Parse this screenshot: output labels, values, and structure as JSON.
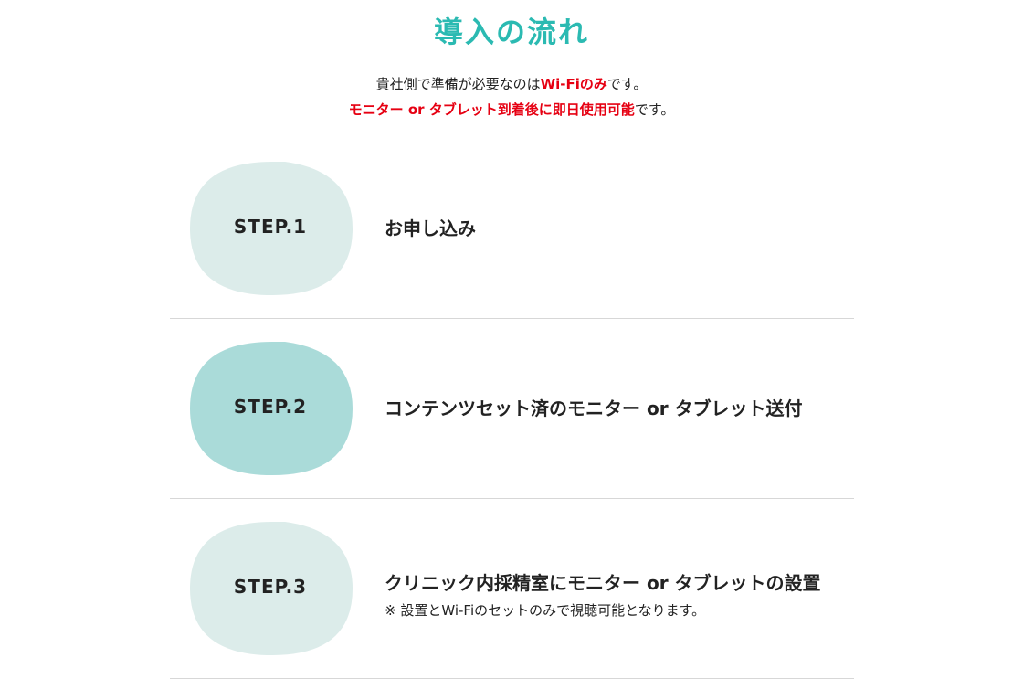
{
  "title": "導入の流れ",
  "intro": {
    "line1_pre": "貴社側で準備が必要なのは",
    "line1_highlight": "Wi-Fiのみ",
    "line1_post": "です。",
    "line2_highlight": "モニター or タブレット到着後に即日使用可能",
    "line2_post": "です。"
  },
  "colors": {
    "accent": "#2bbab2",
    "highlight": "#e60012",
    "drop_light": "#dcecea",
    "drop_dark": "#aadbd9"
  },
  "steps": [
    {
      "label": "STEP.1",
      "title": "お申し込み"
    },
    {
      "label": "STEP.2",
      "title": "コンテンツセット済のモニター or タブレット送付"
    },
    {
      "label": "STEP.3",
      "title": "クリニック内採精室にモニター or タブレットの設置",
      "note": "※ 設置とWi-Fiのセットのみで視聴可能となります。"
    }
  ]
}
